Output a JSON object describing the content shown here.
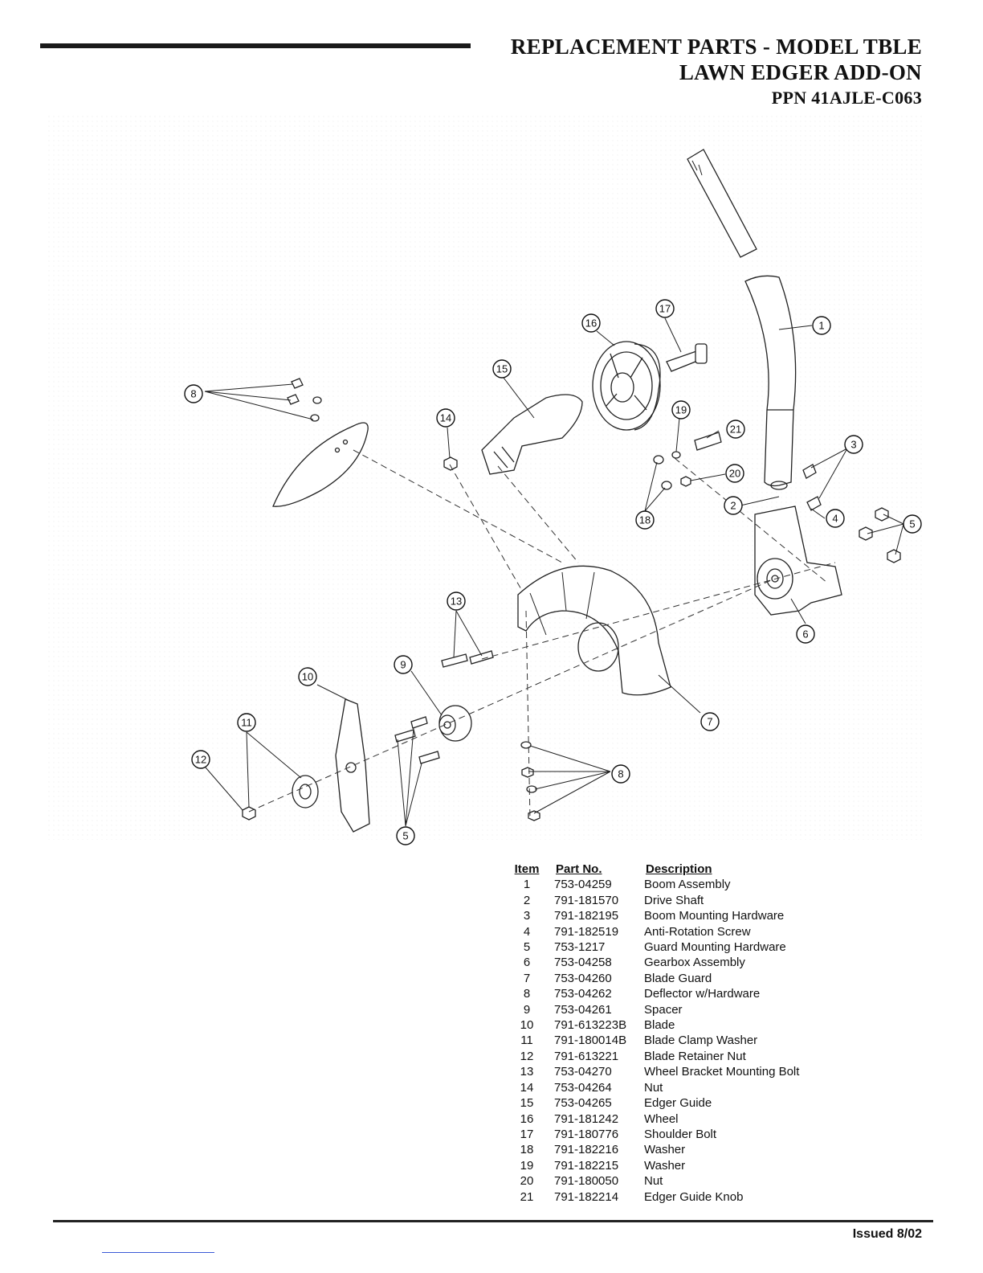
{
  "header": {
    "title_line1": "REPLACEMENT PARTS - MODEL TBLE",
    "title_line2": "LAWN EDGER ADD-ON",
    "title_line3": "PPN 41AJLE-C063"
  },
  "diagram": {
    "callouts": [
      "1",
      "2",
      "3",
      "4",
      "5",
      "6",
      "7",
      "8",
      "9",
      "10",
      "11",
      "12",
      "13",
      "14",
      "15",
      "16",
      "17",
      "18",
      "19",
      "20",
      "21",
      "8",
      "5"
    ]
  },
  "parts_table": {
    "headers": {
      "item": "Item",
      "part_no": "Part No.",
      "description": "Description"
    },
    "rows": [
      {
        "item": "1",
        "part": "753-04259",
        "desc": "Boom Assembly"
      },
      {
        "item": "2",
        "part": "791-181570",
        "desc": "Drive Shaft"
      },
      {
        "item": "3",
        "part": "791-182195",
        "desc": "Boom Mounting Hardware"
      },
      {
        "item": "4",
        "part": "791-182519",
        "desc": "Anti-Rotation Screw"
      },
      {
        "item": "5",
        "part": "753-1217",
        "desc": "Guard Mounting Hardware"
      },
      {
        "item": "6",
        "part": "753-04258",
        "desc": "Gearbox Assembly"
      },
      {
        "item": "7",
        "part": "753-04260",
        "desc": "Blade Guard"
      },
      {
        "item": "8",
        "part": "753-04262",
        "desc": "Deflector w/Hardware"
      },
      {
        "item": "9",
        "part": "753-04261",
        "desc": "Spacer"
      },
      {
        "item": "10",
        "part": "791-613223B",
        "desc": "Blade"
      },
      {
        "item": "11",
        "part": "791-180014B",
        "desc": "Blade Clamp Washer"
      },
      {
        "item": "12",
        "part": "791-613221",
        "desc": "Blade Retainer Nut"
      },
      {
        "item": "13",
        "part": "753-04270",
        "desc": "Wheel Bracket Mounting Bolt"
      },
      {
        "item": "14",
        "part": "753-04264",
        "desc": "Nut"
      },
      {
        "item": "15",
        "part": "753-04265",
        "desc": "Edger Guide"
      },
      {
        "item": "16",
        "part": "791-181242",
        "desc": "Wheel"
      },
      {
        "item": "17",
        "part": "791-180776",
        "desc": "Shoulder Bolt"
      },
      {
        "item": "18",
        "part": "791-182216",
        "desc": "Washer"
      },
      {
        "item": "19",
        "part": "791-182215",
        "desc": "Washer"
      },
      {
        "item": "20",
        "part": "791-180050",
        "desc": "Nut"
      },
      {
        "item": "21",
        "part": "791-182214",
        "desc": "Edger Guide Knob"
      }
    ]
  },
  "footer": {
    "issued": "Issued 8/02"
  }
}
